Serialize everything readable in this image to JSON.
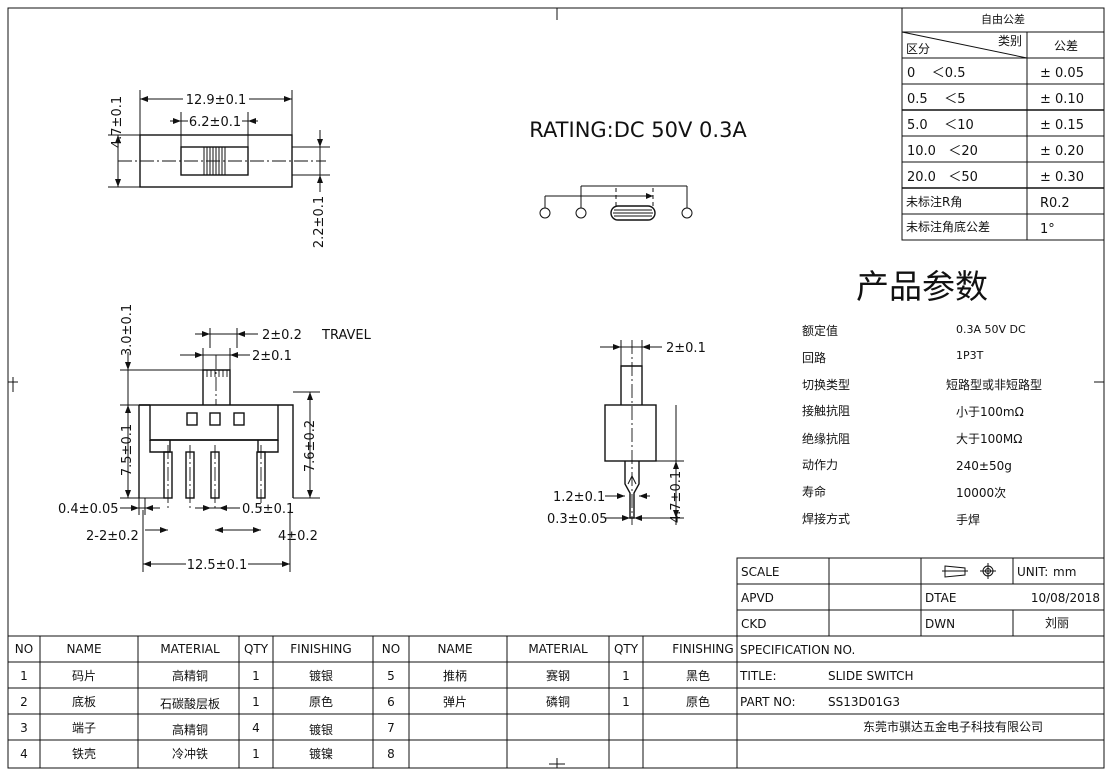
{
  "top_view": {
    "dim_height": "4.7±0.1",
    "dim_total_length": "12.9±0.1",
    "dim_knob_span": "6.2±0.1",
    "dim_side": "2.2±0.1"
  },
  "rating": {
    "text": "RATING:DC 50V 0.3A"
  },
  "tolerance": {
    "header_partial": "自由公差",
    "col_category_label": "类别",
    "col_range_label": "区分",
    "col_tol_label": "公差",
    "rows": [
      {
        "range": "0    ＜0.5",
        "tol": "± 0.05"
      },
      {
        "range": "0.5    ＜5",
        "tol": "± 0.10"
      },
      {
        "range": "5.0    ＜10",
        "tol": "± 0.15"
      },
      {
        "range": "10.0   ＜20",
        "tol": "± 0.20"
      },
      {
        "range": "20.0   ＜50",
        "tol": "± 0.30"
      },
      {
        "range": "未标注R角",
        "tol": "R0.2"
      },
      {
        "range": "未标注角底公差",
        "tol": "1°"
      }
    ]
  },
  "params": {
    "title": "产品参数",
    "rows": [
      {
        "label": "额定值",
        "value": "0.3A 50V DC"
      },
      {
        "label": "回路",
        "value": "1P3T"
      },
      {
        "label": "切换类型",
        "value": "短路型或非短路型"
      },
      {
        "label": "接触抗阻",
        "value": "小于100mΩ"
      },
      {
        "label": "绝缘抗阻",
        "value": "大于100MΩ"
      },
      {
        "label": "动作力",
        "value": "240±50g"
      },
      {
        "label": "寿命",
        "value": "10000次"
      },
      {
        "label": "焊接方式",
        "value": "手焊"
      }
    ]
  },
  "front_view": {
    "dim_knob_height": "3.0±0.1",
    "dim_travel": "2±0.2",
    "travel_label": "TRAVEL",
    "dim_knob_width": "2±0.1",
    "dim_left_height": "7.5±0.1",
    "dim_right_height": "7.6±0.2",
    "dim_pin_width": "0.4±0.05",
    "dim_pin_gap": "0.5±0.1",
    "dim_pitch": "2-2±0.2",
    "dim_side_pitch": "4±0.2",
    "dim_length": "12.5±0.1"
  },
  "side_view": {
    "dim_knob": "2±0.1",
    "dim_pin_width": "1.2±0.1",
    "dim_pin_thick": "0.3±0.05",
    "dim_pin_length": "4.7±0.1"
  },
  "title_block": {
    "scale_label": "SCALE",
    "unit_label": "UNIT:",
    "unit_value": "mm",
    "apvd_label": "APVD",
    "date_label": "DTAE",
    "date_value": "10/08/2018",
    "ckd_label": "CKD",
    "dwn_label": "DWN",
    "dwn_value": "刘丽",
    "spec_label": "SPECIFICATION NO.",
    "title_label": "TITLE:",
    "title_value": "SLIDE SWITCH",
    "part_label": "PART NO:",
    "part_value": "SS13D01G3",
    "company": "东莞市骐达五金电子科技有限公司"
  },
  "bom": {
    "headers": [
      "NO",
      "NAME",
      "MATERIAL",
      "QTY",
      "FINISHING",
      "NO",
      "NAME",
      "MATERIAL",
      "QTY",
      "FINISHING"
    ],
    "rows": [
      [
        "1",
        "码片",
        "高精铜",
        "1",
        "镀银",
        "5",
        "推柄",
        "赛钢",
        "1",
        "黑色"
      ],
      [
        "2",
        "底板",
        "石碳酸层板",
        "1",
        "原色",
        "6",
        "弹片",
        "磷铜",
        "1",
        "原色"
      ],
      [
        "3",
        "端子",
        "高精铜",
        "4",
        "镀银",
        "7",
        "",
        "",
        "",
        ""
      ],
      [
        "4",
        "铁壳",
        "冷冲铁",
        "1",
        "镀镍",
        "8",
        "",
        "",
        "",
        ""
      ]
    ]
  }
}
